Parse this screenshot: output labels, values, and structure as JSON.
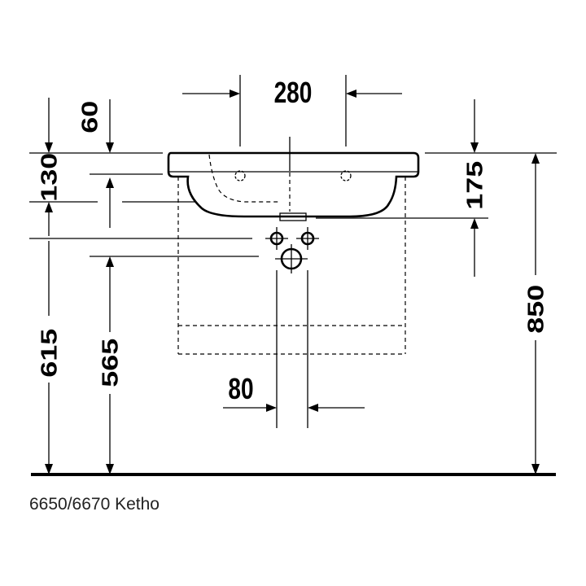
{
  "dimensions": {
    "top_opening": "280",
    "top_offset": "60",
    "rim_height": "130",
    "bowl_depth": "175",
    "drain_height": "615",
    "waste_height": "565",
    "total_height": "850",
    "pipe_spacing": "80"
  },
  "caption": "6650/6670 Ketho"
}
